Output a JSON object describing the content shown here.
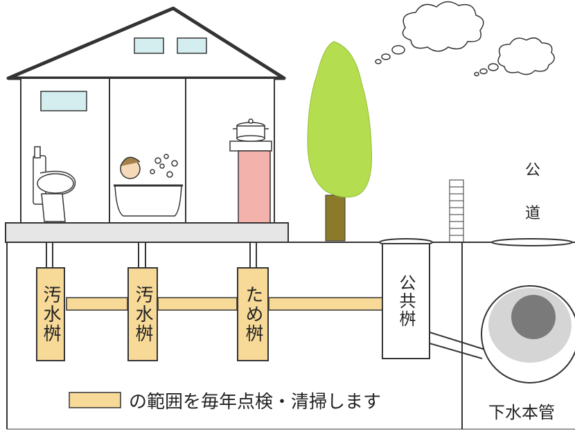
{
  "boxes": [
    {
      "id": "sewage-box-1",
      "label": "汚水桝"
    },
    {
      "id": "sewage-box-2",
      "label": "汚水桝"
    },
    {
      "id": "storage-box",
      "label": "ため桝"
    }
  ],
  "public_box": {
    "label": "公共桝"
  },
  "road": {
    "char1": "公",
    "char2": "道"
  },
  "legend": {
    "text": "の範囲を毎年点検・清掃します"
  },
  "main_pipe": {
    "label": "下水本管"
  },
  "colors": {
    "pipe_fill": "#f7d998",
    "tree": "#b5dd50",
    "trunk": "#8a7a2a",
    "sink_cabinet": "#f4b2ac",
    "foundation": "#e6e6e6",
    "window": "#d4eef0",
    "outline": "#333333"
  },
  "icons": [
    "toilet-icon",
    "bathtub-icon",
    "sink-icon",
    "pot-icon",
    "tree-icon",
    "brick-wall-icon",
    "cloud-icon",
    "manhole-icon"
  ]
}
